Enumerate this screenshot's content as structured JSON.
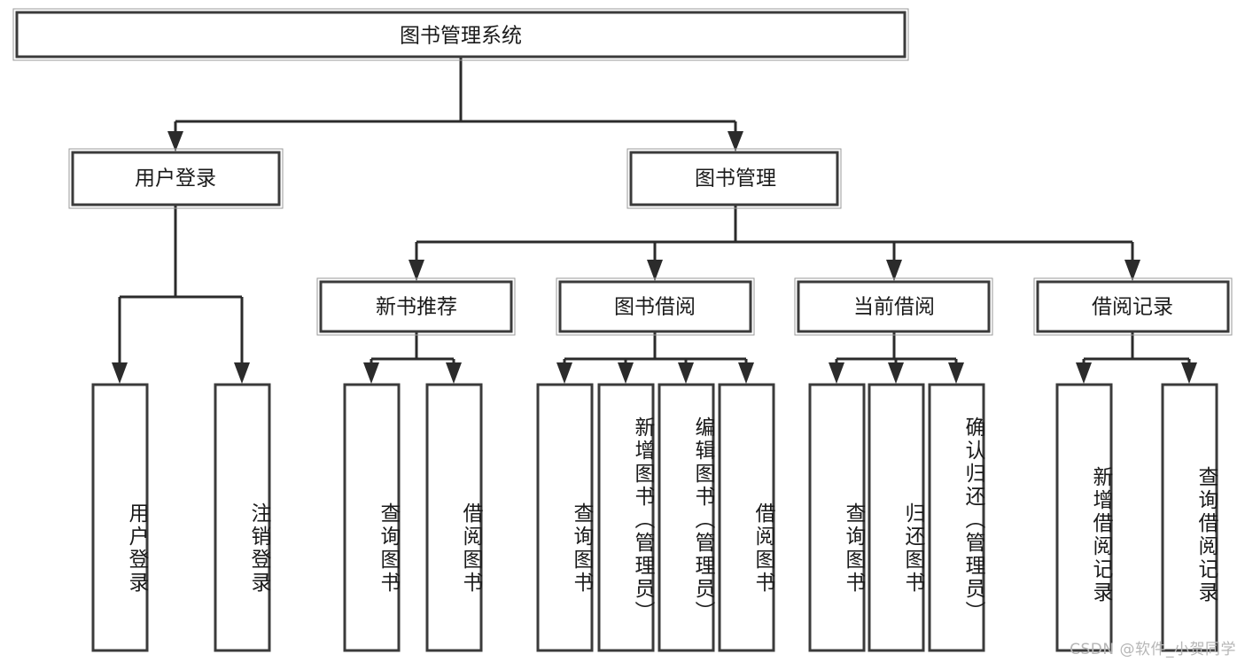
{
  "diagram": {
    "title": "图书管理系统",
    "type": "tree",
    "watermark": "CSDN @软件_小贺同学",
    "colors": {
      "box_stroke": "#3b3b3b",
      "box_fill": "#ffffff",
      "connector": "#2b2b2b",
      "text": "#1a1a1a",
      "background": "#ffffff",
      "watermark": "#b6b6b6"
    },
    "root": {
      "id": "root",
      "label": "图书管理系统"
    },
    "level1": [
      {
        "id": "user-login",
        "label": "用户登录"
      },
      {
        "id": "book-manage",
        "label": "图书管理"
      }
    ],
    "level2": [
      {
        "id": "new-book-rec",
        "label": "新书推荐"
      },
      {
        "id": "book-borrow",
        "label": "图书借阅"
      },
      {
        "id": "current-borrow",
        "label": "当前借阅"
      },
      {
        "id": "borrow-record",
        "label": "借阅记录"
      }
    ],
    "leaves": [
      {
        "id": "leaf-user-login",
        "parent": "user-login",
        "label": "用户登录"
      },
      {
        "id": "leaf-logout",
        "parent": "user-login",
        "label": "注销登录"
      },
      {
        "id": "leaf-query-book-1",
        "parent": "new-book-rec",
        "label": "查询图书"
      },
      {
        "id": "leaf-borrow-book-1",
        "parent": "new-book-rec",
        "label": "借阅图书"
      },
      {
        "id": "leaf-query-book-2",
        "parent": "book-borrow",
        "label": "查询图书"
      },
      {
        "id": "leaf-add-book",
        "parent": "book-borrow",
        "label": "新增图书（管理员）"
      },
      {
        "id": "leaf-edit-book",
        "parent": "book-borrow",
        "label": "编辑图书（管理员）"
      },
      {
        "id": "leaf-borrow-book-2",
        "parent": "book-borrow",
        "label": "借阅图书"
      },
      {
        "id": "leaf-query-book-3",
        "parent": "current-borrow",
        "label": "查询图书"
      },
      {
        "id": "leaf-return-book",
        "parent": "current-borrow",
        "label": "归还图书"
      },
      {
        "id": "leaf-confirm-return",
        "parent": "current-borrow",
        "label": "确认归还（管理员）"
      },
      {
        "id": "leaf-add-record",
        "parent": "borrow-record",
        "label": "新增借阅记录"
      },
      {
        "id": "leaf-query-record",
        "parent": "borrow-record",
        "label": "查询借阅记录"
      }
    ]
  },
  "chart_data": {
    "type": "diagram",
    "title": "图书管理系统",
    "nodes": [
      {
        "level": 0,
        "label": "图书管理系统",
        "children": [
          "用户登录",
          "图书管理"
        ]
      },
      {
        "level": 1,
        "label": "用户登录",
        "children": [
          "用户登录",
          "注销登录"
        ]
      },
      {
        "level": 1,
        "label": "图书管理",
        "children": [
          "新书推荐",
          "图书借阅",
          "当前借阅",
          "借阅记录"
        ]
      },
      {
        "level": 2,
        "label": "新书推荐",
        "children": [
          "查询图书",
          "借阅图书"
        ]
      },
      {
        "level": 2,
        "label": "图书借阅",
        "children": [
          "查询图书",
          "新增图书（管理员）",
          "编辑图书（管理员）",
          "借阅图书"
        ]
      },
      {
        "level": 2,
        "label": "当前借阅",
        "children": [
          "查询图书",
          "归还图书",
          "确认归还（管理员）"
        ]
      },
      {
        "level": 2,
        "label": "借阅记录",
        "children": [
          "新增借阅记录",
          "查询借阅记录"
        ]
      }
    ]
  }
}
